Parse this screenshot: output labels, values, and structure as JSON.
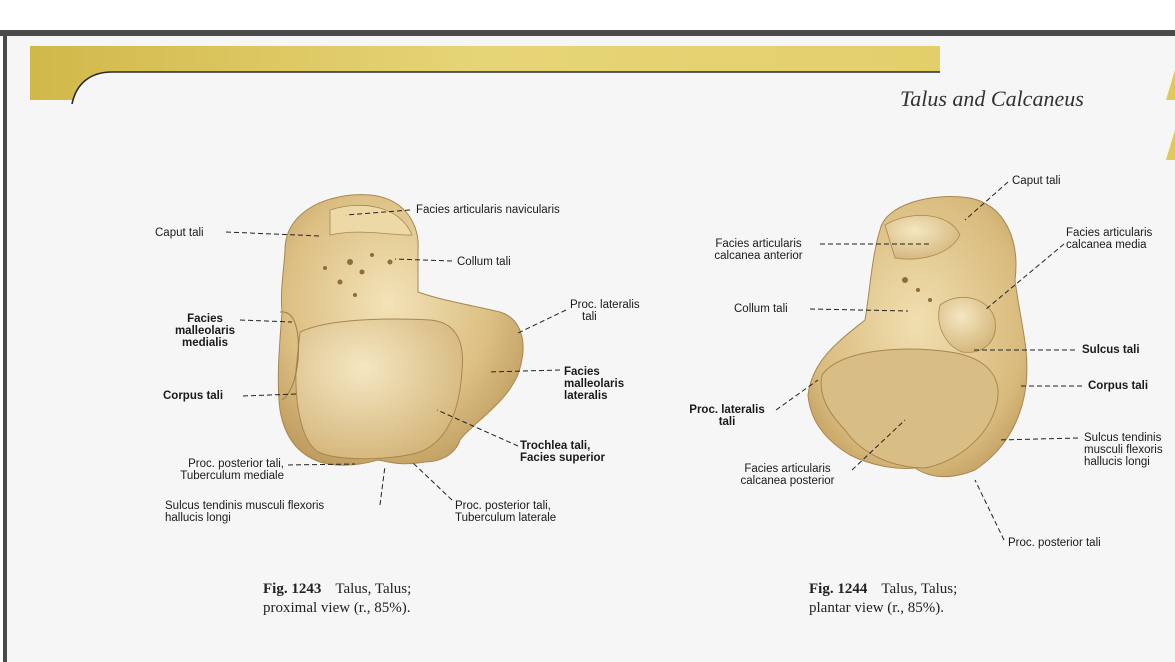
{
  "header": {
    "title": "Talus and Calcaneus"
  },
  "figure1243": {
    "labels": {
      "facies_articularis_navicularis": "Facies articularis navicularis",
      "caput_tali": "Caput tali",
      "collum_tali": "Collum tali",
      "proc_lateralis_tali_1": "Proc. lateralis",
      "proc_lateralis_tali_2": "tali",
      "facies_malleolaris_medialis_1": "Facies",
      "facies_malleolaris_medialis_2": "malleolaris",
      "facies_malleolaris_medialis_3": "medialis",
      "facies_malleolaris_lateralis_1": "Facies",
      "facies_malleolaris_lateralis_2": "malleolaris",
      "facies_malleolaris_lateralis_3": "lateralis",
      "corpus_tali": "Corpus tali",
      "trochlea_tali_1": "Trochlea tali,",
      "trochlea_tali_2": "Facies superior",
      "proc_posterior_mediale_1": "Proc. posterior tali,",
      "proc_posterior_mediale_2": "Tuberculum mediale",
      "sulcus_tendinis_1": "Sulcus tendinis musculi flexoris",
      "sulcus_tendinis_2": "hallucis longi",
      "proc_posterior_laterale_1": "Proc. posterior tali,",
      "proc_posterior_laterale_2": "Tuberculum laterale"
    },
    "caption": {
      "number": "Fig. 1243",
      "line1": "Talus, Talus;",
      "line2": "proximal view (r., 85%)."
    }
  },
  "figure1244": {
    "labels": {
      "caput_tali": "Caput tali",
      "facies_calcanea_anterior_1": "Facies articularis",
      "facies_calcanea_anterior_2": "calcanea anterior",
      "facies_calcanea_media_1": "Facies articularis",
      "facies_calcanea_media_2": "calcanea media",
      "collum_tali": "Collum tali",
      "sulcus_tali": "Sulcus tali",
      "corpus_tali": "Corpus tali",
      "proc_lateralis_tali_1": "Proc. lateralis",
      "proc_lateralis_tali_2": "tali",
      "sulcus_tendinis_1": "Sulcus tendinis",
      "sulcus_tendinis_2": "musculi flexoris",
      "sulcus_tendinis_3": "hallucis longi",
      "facies_calcanea_posterior_1": "Facies articularis",
      "facies_calcanea_posterior_2": "calcanea posterior",
      "proc_posterior_tali": "Proc. posterior tali"
    },
    "caption": {
      "number": "Fig. 1244",
      "line1": "Talus, Talus;",
      "line2": "plantar view (r., 85%)."
    }
  }
}
